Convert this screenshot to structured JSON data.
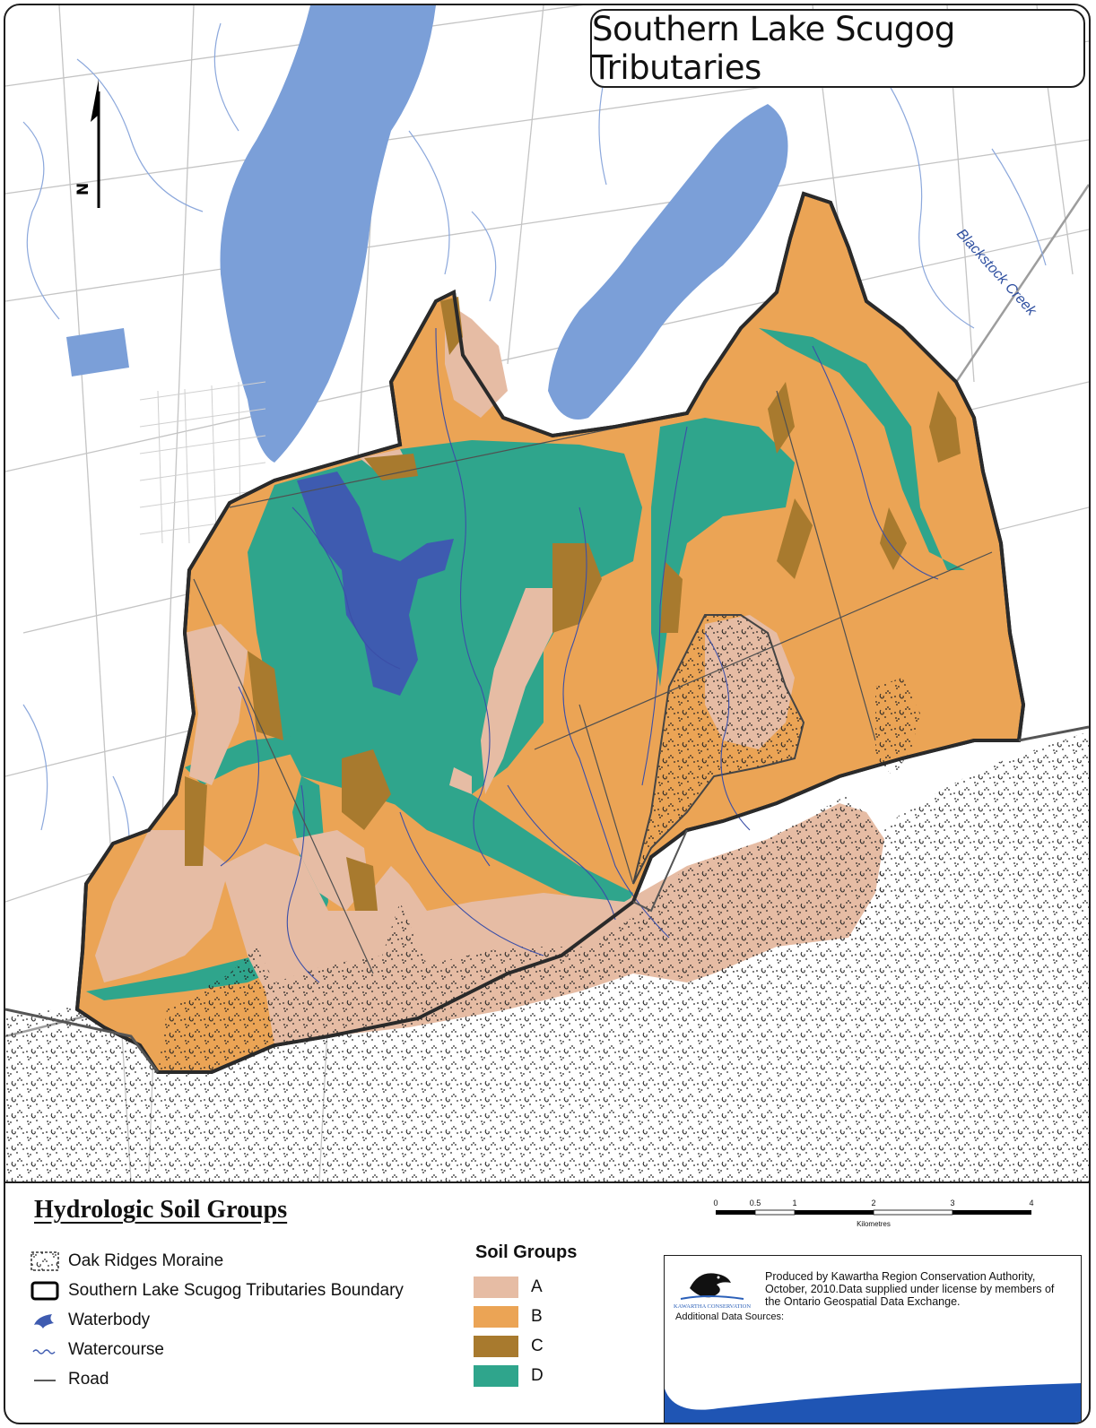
{
  "map": {
    "title": "Southern Lake Scugog Tributaries",
    "north_label": "N",
    "creek_label": "Blackstock Creek",
    "colors": {
      "lake": "#7b9fd8",
      "waterbody_dark": "#3e5bb0",
      "soil_a": "#e6bca4",
      "soil_b": "#eba455",
      "soil_c": "#a87a2e",
      "soil_d": "#2fa58c",
      "stream": "#8ca8dc",
      "road": "#b0b0b0",
      "boundary": "#2a2a2a"
    }
  },
  "legend": {
    "heading": "Hydrologic Soil Groups",
    "items": [
      {
        "label": "Oak Ridges Moraine",
        "icon": "moraine-pattern-icon"
      },
      {
        "label": "Southern Lake Scugog Tributaries Boundary",
        "icon": "boundary-box-icon"
      },
      {
        "label": "Waterbody",
        "icon": "waterbody-icon"
      },
      {
        "label": "Watercourse",
        "icon": "watercourse-icon"
      },
      {
        "label": "Road",
        "icon": "road-line-icon"
      }
    ],
    "soil_title": "Soil Groups",
    "soil_groups": [
      {
        "label": "A",
        "color": "#e6bca4"
      },
      {
        "label": "B",
        "color": "#eba455"
      },
      {
        "label": "C",
        "color": "#a87a2e"
      },
      {
        "label": "D",
        "color": "#2fa58c"
      }
    ]
  },
  "scale": {
    "ticks": [
      "0",
      "0.5",
      "1",
      "2",
      "3",
      "4"
    ],
    "unit": "Kilometres"
  },
  "credits": {
    "text": "Produced by Kawartha Region Conservation Authority, October, 2010.Data supplied under license by members of the Ontario Geospatial Data Exchange.",
    "extra": "Additional Data Sources:",
    "logo_text": "KAWARTHA CONSERVATION"
  }
}
